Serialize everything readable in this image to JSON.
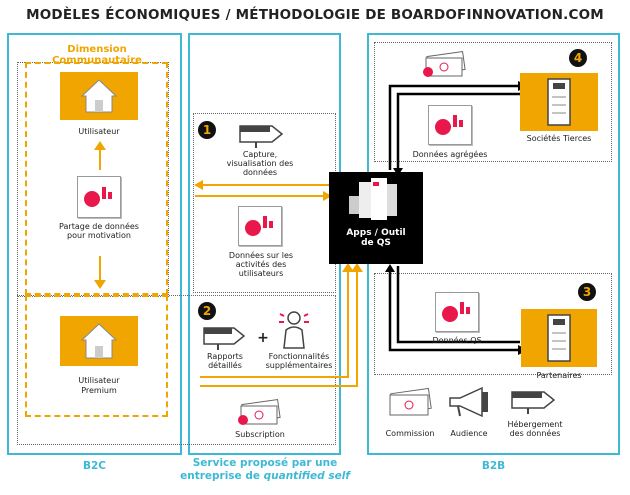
{
  "title": "MODÈLES ÉCONOMIQUES / MÉTHODOLOGIE DE BOARDOFINNOVATION.COM",
  "columns": {
    "b2c": "B2C",
    "service_line1": "Service proposé par une",
    "service_line2_prefix": "entreprise de ",
    "service_line2_italic": "quantified self",
    "b2b": "B2B"
  },
  "b2c": {
    "dimension": "Dimension Communautaire",
    "user": "Utilisateur",
    "sharing": "Partage de données pour motivation",
    "premium_user_line1": "Utilisateur",
    "premium_user_line2": "Premium"
  },
  "service": {
    "step1": "1",
    "capture": "Capture, visualisation des données",
    "activity_data": "Données sur les activités des utilisateurs",
    "step2": "2",
    "reports": "Rapports détaillés",
    "features": "Fonctionnalités supplémentaires",
    "plus": "+",
    "subscription": "Subscription"
  },
  "apps": {
    "line1": "Apps / Outil",
    "line2": "de QS"
  },
  "b2b": {
    "step4": "4",
    "aggregated": "Données agrégées",
    "third_parties": "Sociétés Tierces",
    "step3": "3",
    "qs_data": "Données QS",
    "partners": "Partenaires",
    "commission": "Commission",
    "audience": "Audience",
    "hosting": "Hébergement des données"
  },
  "colors": {
    "accent_blue": "#3db9d6",
    "accent_orange": "#f0a500",
    "accent_pink": "#e8194a"
  }
}
